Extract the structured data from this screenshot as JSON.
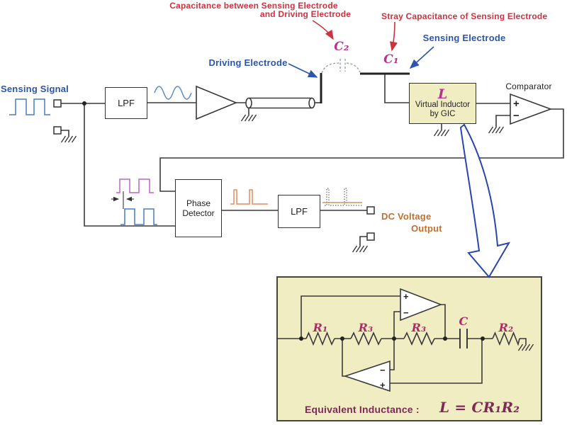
{
  "labels": {
    "cap_between_line1": "Capacitance between Sensing Electrode",
    "cap_between_line2": "and Driving Electrode",
    "stray_cap": "Stray Capacitance of Sensing Electrode",
    "sensing_electrode": "Sensing Electrode",
    "driving_electrode": "Driving Electrode",
    "sensing_signal": "Sensing Signal",
    "c2": "C₂",
    "c1": "C₁",
    "lpf1": "LPF",
    "lpf2": "LPF",
    "comparator": "Comparator",
    "phase_detector_line1": "Phase",
    "phase_detector_line2": "Detector",
    "inductor_symbol": "L",
    "virtual_inductor_line1": "Virtual Inductor",
    "virtual_inductor_line2": "by GIC",
    "dc_voltage_line1": "DC Voltage",
    "dc_voltage_line2": "Output"
  },
  "symbols": {
    "plus": "+",
    "minus": "−"
  },
  "gic": {
    "r1": "R₁",
    "r3_first": "R₃",
    "r3_second": "R₃",
    "c": "C",
    "r2": "R₂",
    "equation_label": "Equivalent Inductance :",
    "equation_formula": "L = CR₁R₂"
  },
  "colors": {
    "background": "#ffffff",
    "line": "#3a3a3a",
    "red_label": "#cc3340",
    "blue_label": "#2d55a8",
    "magenta_label": "#b5338f",
    "maroon_equation": "#7d2b55",
    "component_label": "#ad2d67",
    "box_fill": "#f1edc3",
    "wave_blue": "#4a7cc0",
    "wave_sine": "#5b8cc8",
    "wave_purple": "#bb66c3",
    "wave_orange": "#e78a5e",
    "wave_dc_level": "#c49a55",
    "callout_arrow": "#2847a8"
  }
}
